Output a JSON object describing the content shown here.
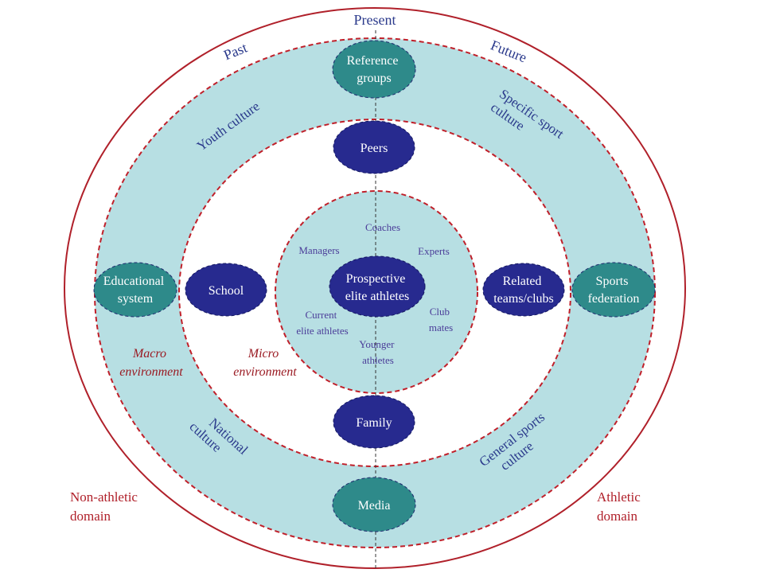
{
  "colors": {
    "outer_circle": "#b0202a",
    "macro_band": "#b7dfe3",
    "dashed_red": "#c0202a",
    "teal_node": "#2e8a8a",
    "navy_node": "#272a8f",
    "text_blue": "#2b3a8c",
    "text_purple": "#4b3d99",
    "text_red": "#b0202a"
  },
  "time": {
    "past": "Past",
    "present": "Present",
    "future": "Future"
  },
  "domains": {
    "non_athletic": [
      "Non-athletic",
      "domain"
    ],
    "athletic": [
      "Athletic",
      "domain"
    ]
  },
  "cultures": {
    "youth": "Youth culture",
    "specific_sport": [
      "Specific sport",
      "culture"
    ],
    "national": [
      "National",
      "culture"
    ],
    "general_sports": [
      "General sports",
      "culture"
    ]
  },
  "environments": {
    "macro": [
      "Macro",
      "environment"
    ],
    "micro": [
      "Micro",
      "environment"
    ]
  },
  "macro_nodes": {
    "reference_groups": [
      "Reference",
      "groups"
    ],
    "educational_system": [
      "Educational",
      "system"
    ],
    "sports_federation": [
      "Sports",
      "federation"
    ],
    "media": [
      "Media"
    ]
  },
  "micro_nodes": {
    "peers": [
      "Peers"
    ],
    "school": [
      "School"
    ],
    "related_teams": [
      "Related",
      "teams/clubs"
    ],
    "family": [
      "Family"
    ]
  },
  "center": {
    "label": [
      "Prospective",
      "elite athletes"
    ],
    "coaches": "Coaches",
    "managers": "Managers",
    "experts": "Experts",
    "current_elite": [
      "Current",
      "elite athletes"
    ],
    "club_mates": [
      "Club",
      "mates"
    ],
    "younger": [
      "Younger",
      "athletes"
    ]
  }
}
